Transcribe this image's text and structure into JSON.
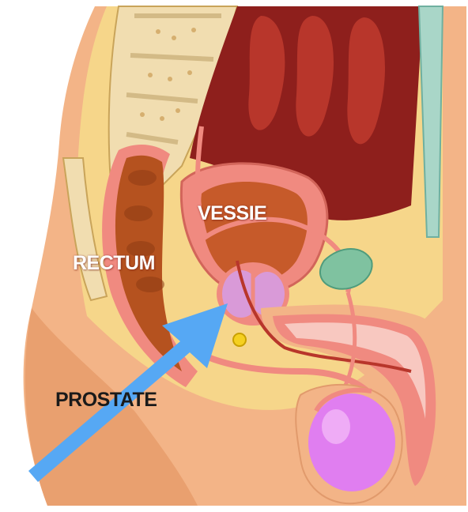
{
  "labels": {
    "bladder": "VESSIE",
    "rectum": "RECTUM",
    "prostate": "PROSTATE"
  },
  "colors": {
    "background": "#ffffff",
    "skin": "#f3b487",
    "fat": "#f6d68a",
    "bone": "#f1ddb0",
    "muscle_dark": "#8e1f1c",
    "muscle": "#b8362b",
    "rectum": "#b5521f",
    "tissue_pink": "#f08a80",
    "prostate": "#d99ad8",
    "testicle": "#e07ef0",
    "arrow": "#56a8f4"
  }
}
